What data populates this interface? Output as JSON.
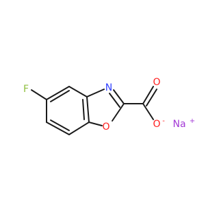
{
  "molecule": {
    "atoms": {
      "fluorine": "F",
      "ring_nitrogen": "N",
      "ring_oxygen": "O",
      "carbonyl_oxygen": "O",
      "carboxylate_oxygen": "O",
      "sodium": "Na"
    },
    "charges": {
      "oxygen_charge": "-",
      "sodium_charge": "+"
    },
    "colors": {
      "bond": "#1a1a1a",
      "fluorine": "#8fbf3f",
      "nitrogen": "#2f3fff",
      "oxygen": "#ff2020",
      "sodium": "#a33ad6"
    }
  }
}
